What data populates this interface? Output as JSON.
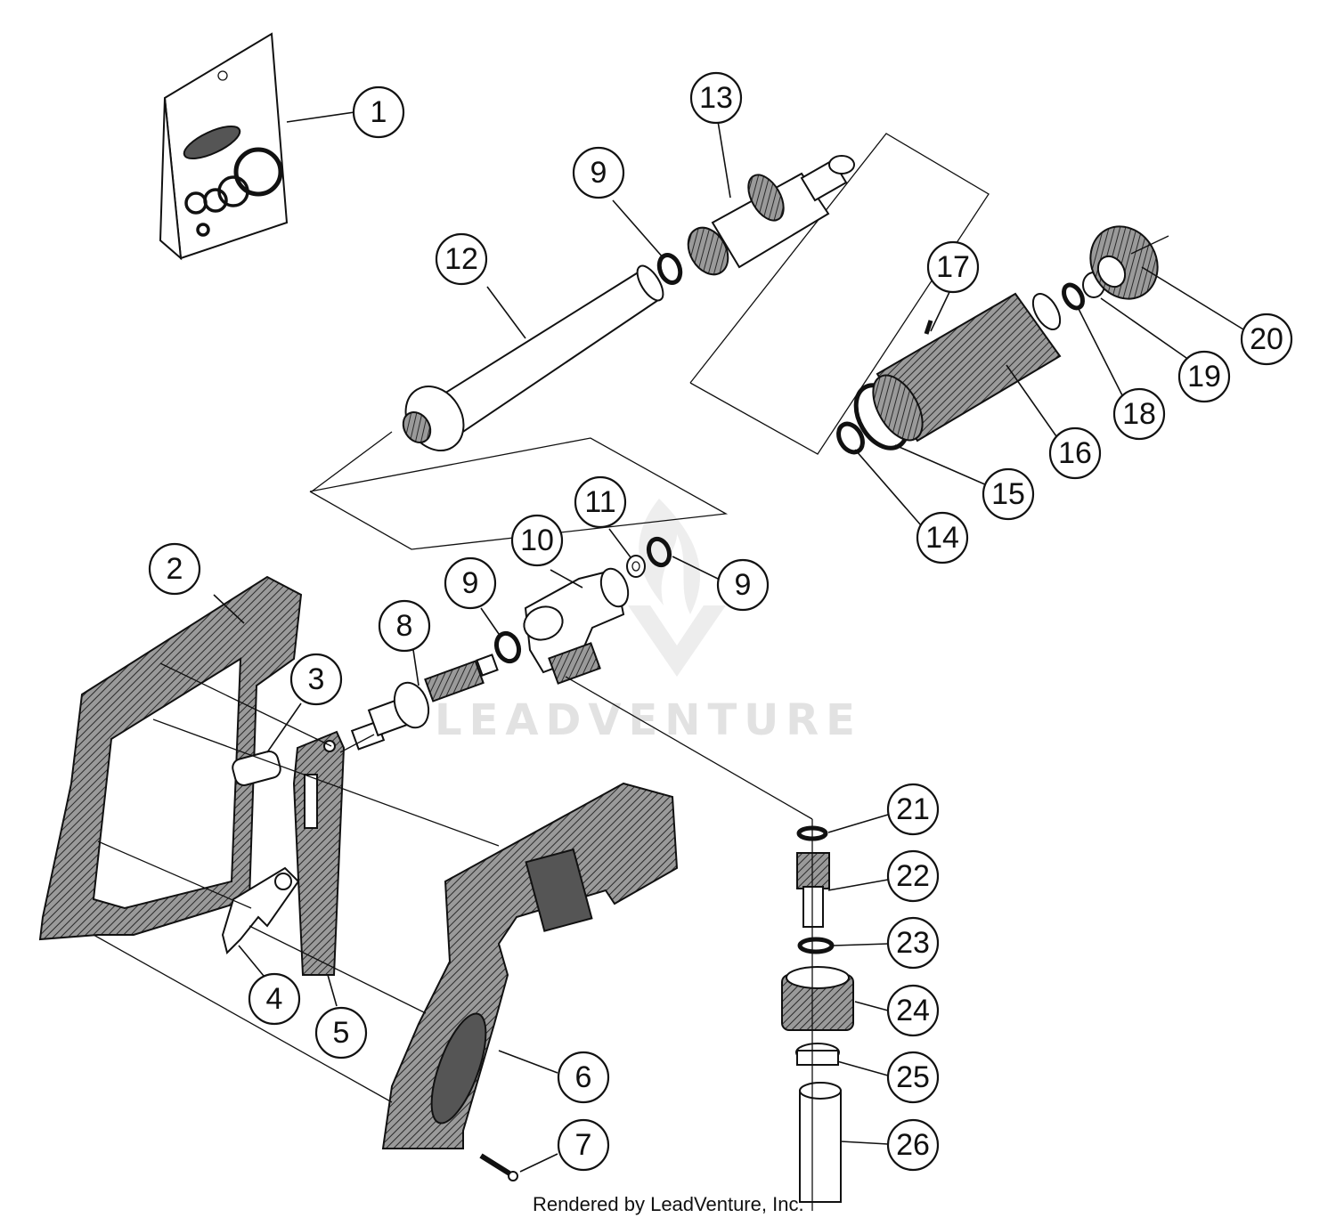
{
  "diagram": {
    "callouts": [
      {
        "id": "c1",
        "label": "1"
      },
      {
        "id": "c2",
        "label": "2"
      },
      {
        "id": "c3",
        "label": "3"
      },
      {
        "id": "c4",
        "label": "4"
      },
      {
        "id": "c5",
        "label": "5"
      },
      {
        "id": "c6",
        "label": "6"
      },
      {
        "id": "c7",
        "label": "7"
      },
      {
        "id": "c8",
        "label": "8"
      },
      {
        "id": "c9a",
        "label": "9"
      },
      {
        "id": "c9b",
        "label": "9"
      },
      {
        "id": "c9c",
        "label": "9"
      },
      {
        "id": "c10",
        "label": "10"
      },
      {
        "id": "c11",
        "label": "11"
      },
      {
        "id": "c12",
        "label": "12"
      },
      {
        "id": "c13",
        "label": "13"
      },
      {
        "id": "c14",
        "label": "14"
      },
      {
        "id": "c15",
        "label": "15"
      },
      {
        "id": "c16",
        "label": "16"
      },
      {
        "id": "c17",
        "label": "17"
      },
      {
        "id": "c18",
        "label": "18"
      },
      {
        "id": "c19",
        "label": "19"
      },
      {
        "id": "c20",
        "label": "20"
      },
      {
        "id": "c21",
        "label": "21"
      },
      {
        "id": "c22",
        "label": "22"
      },
      {
        "id": "c23",
        "label": "23"
      },
      {
        "id": "c24",
        "label": "24"
      },
      {
        "id": "c25",
        "label": "25"
      },
      {
        "id": "c26",
        "label": "26"
      }
    ]
  },
  "watermark": {
    "text": "LEADVENTURE",
    "icon": "leadventure-flame-logo-icon"
  },
  "footer": {
    "text": "Rendered by LeadVenture, Inc."
  },
  "colors": {
    "line": "#111111",
    "background": "#ffffff",
    "watermark": "#e2e2e2"
  }
}
